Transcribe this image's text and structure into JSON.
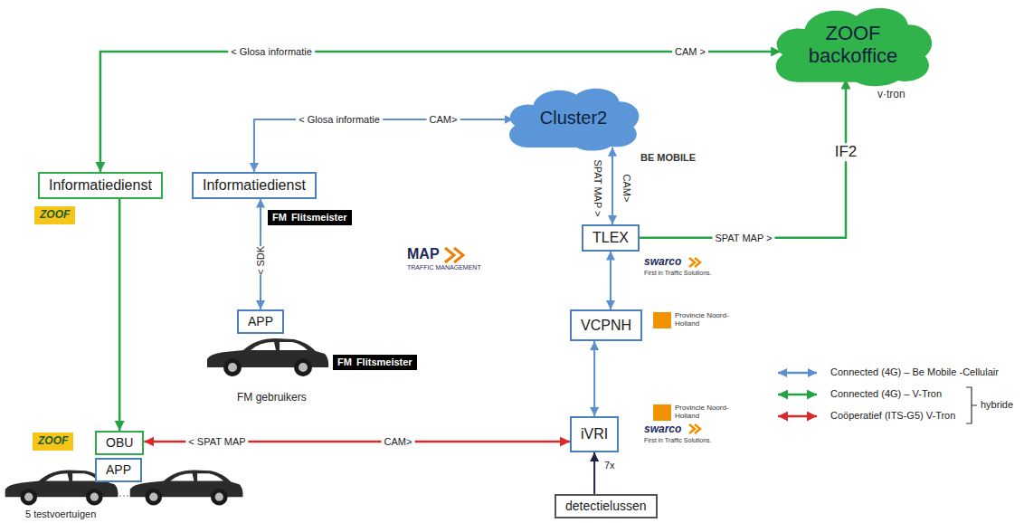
{
  "diagram": {
    "nodes": [
      {
        "text": [
          "ZOOF backoffice"
        ]
      },
      {
        "text": [
          "Cluster2"
        ]
      },
      {
        "text": [
          "Informatiedienst"
        ]
      },
      {
        "text": [
          "Informatiedienst"
        ]
      },
      {
        "text": [
          "TLEX"
        ]
      },
      {
        "text": [
          "APP"
        ]
      },
      {
        "text": [
          "VCPNH"
        ]
      },
      {
        "text": [
          "iVRI"
        ]
      },
      {
        "text": [
          "OBU"
        ]
      },
      {
        "text": [
          "APP"
        ]
      },
      {
        "text": [
          "detectielussen"
        ]
      }
    ],
    "edges": [
      {
        "from": 2,
        "to": 0,
        "arrow": "both",
        "label": "< Glosa informatie"
      },
      {
        "from": 3,
        "to": 1,
        "arrow": "both",
        "label": "< Glosa informatie"
      },
      {
        "from": 1,
        "to": 4,
        "arrow": "both",
        "label": "SPAT MAP >"
      },
      {
        "from": 4,
        "to": 0,
        "arrow": "to",
        "label": "SPAT MAP >"
      },
      {
        "from": 4,
        "to": 6,
        "arrow": "both"
      },
      {
        "from": 6,
        "to": 7,
        "arrow": "both"
      },
      {
        "from": 10,
        "to": 7,
        "arrow": "to"
      },
      {
        "from": 3,
        "to": 5,
        "arrow": "both",
        "label": "< SDK"
      },
      {
        "from": 2,
        "to": 8,
        "arrow": "to"
      },
      {
        "from": 7,
        "to": 8,
        "arrow": "both",
        "label": "< SPAT MAP"
      }
    ],
    "labels": [
      "CAM >",
      "CAM>",
      "CAM>",
      "IF2",
      "CAM>",
      "7x",
      "v·tron",
      "BE MOBILE",
      "ZOOF",
      "ZOOF",
      "FM",
      "Flitsmeister",
      "FM",
      "Flitsmeister",
      "FM gebruikers",
      "MAP",
      "TRAFFIC MANAGEMENT",
      "swarco",
      "First in Traffic Solutions.",
      "Provincie Noord-Holland",
      "swarco",
      "First in Traffic Solutions.",
      "Provincie Noord-Holland",
      "5 testvoertuigen",
      "hybride"
    ],
    "legend": [
      {
        "text": "Connected (4G) – Be Mobile -Cellulair"
      },
      {
        "text": "Connected (4G) – V-Tron"
      },
      {
        "text": "Coöperatief (ITS-G5) V-Tron"
      }
    ]
  }
}
